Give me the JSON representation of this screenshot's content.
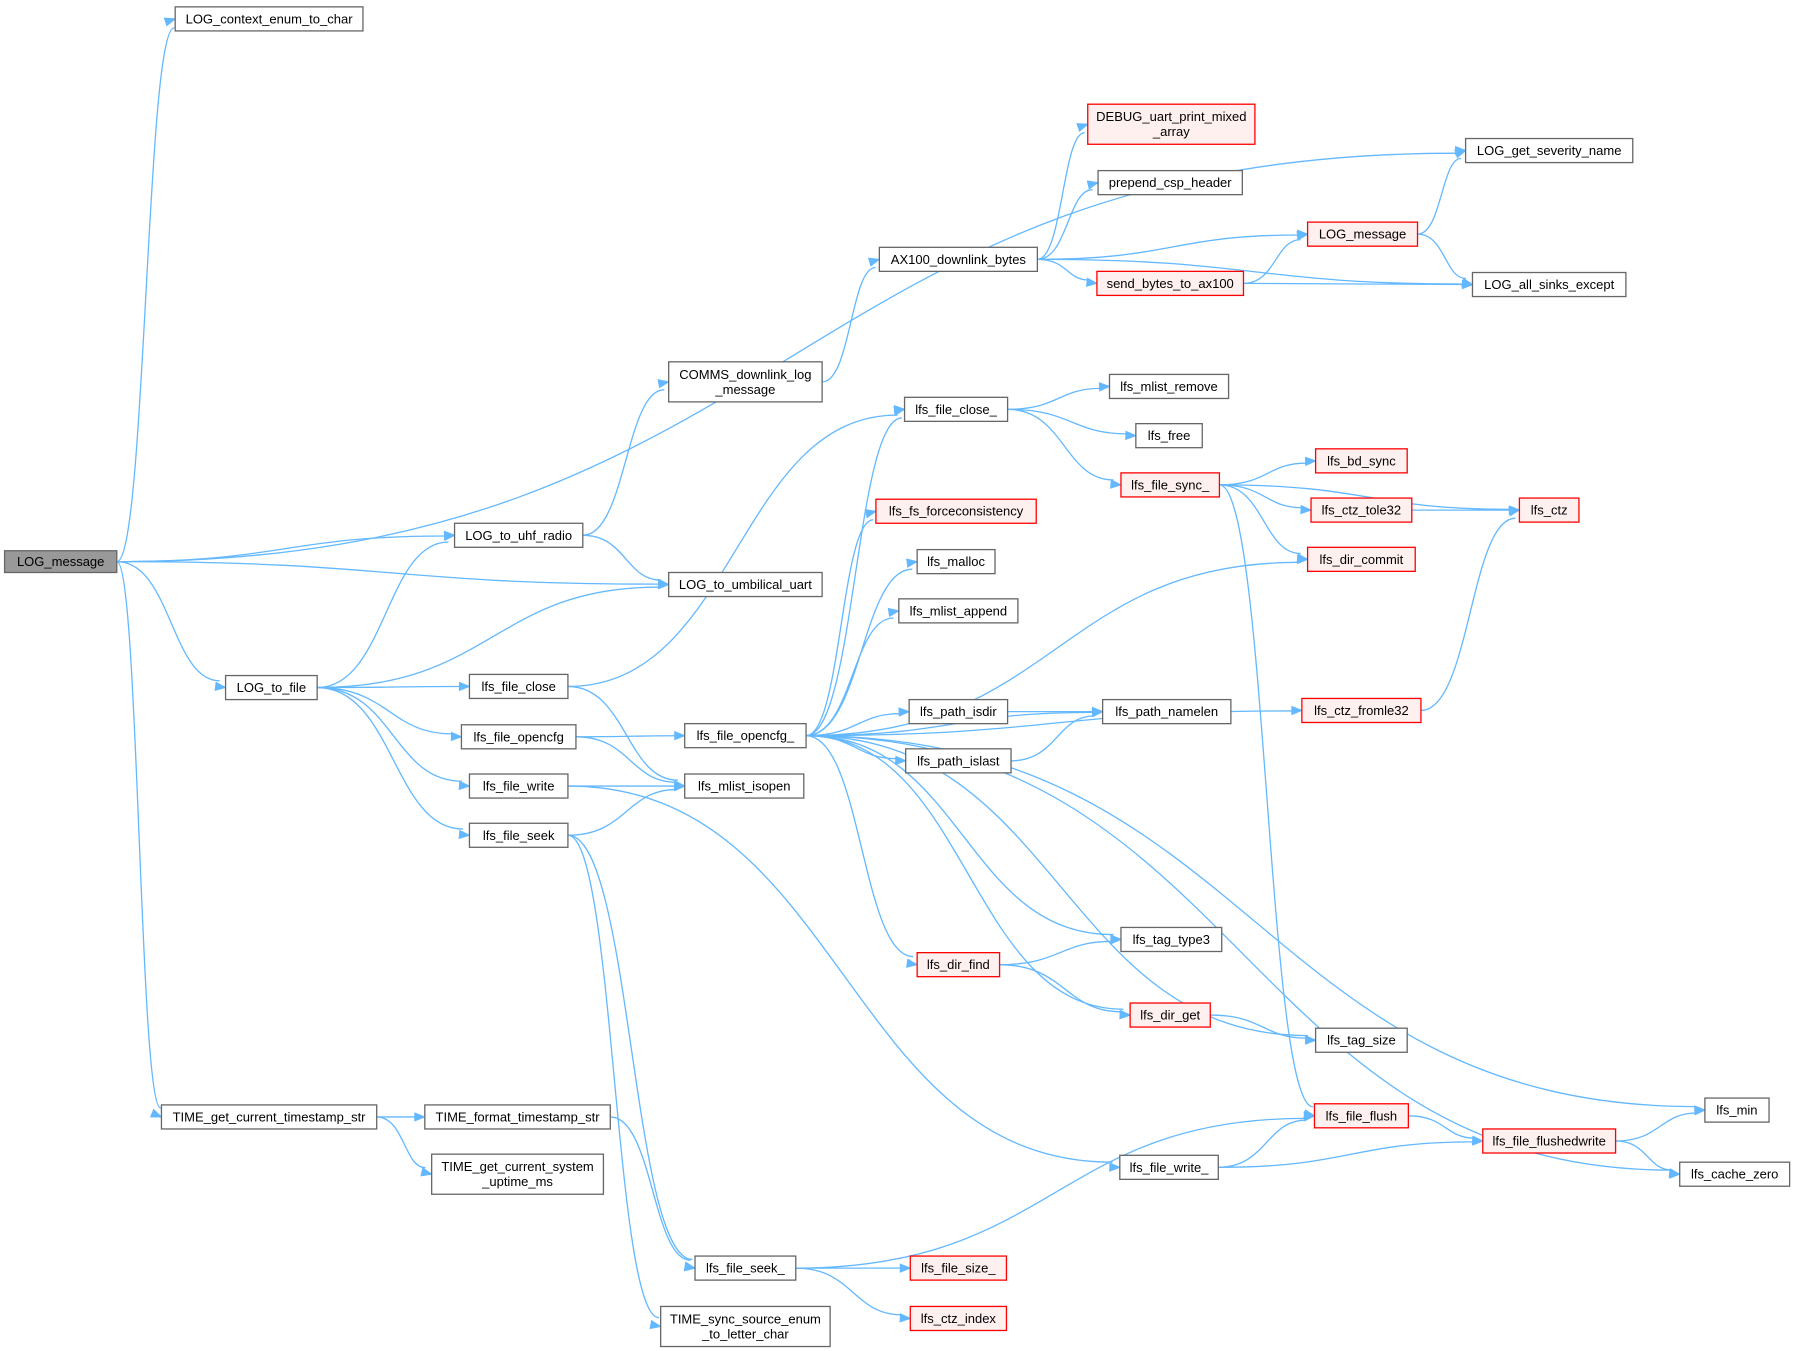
{
  "colors": {
    "edge": "#63b8ff",
    "node_border": "#666666",
    "red_node_border": "#ff0000",
    "red_node_fill": "#fff0f0",
    "root_fill": "#999999"
  },
  "nodes": {
    "LOG_message_root": {
      "lines": [
        "LOG_message"
      ],
      "style": "root"
    },
    "LOG_context_enum_to_char": {
      "lines": [
        "LOG_context_enum_to_char"
      ],
      "style": "normal"
    },
    "LOG_get_severity_name": {
      "lines": [
        "LOG_get_severity_name"
      ],
      "style": "normal"
    },
    "LOG_to_uhf_radio": {
      "lines": [
        "LOG_to_uhf_radio"
      ],
      "style": "normal"
    },
    "LOG_to_umbilical_uart": {
      "lines": [
        "LOG_to_umbilical_uart"
      ],
      "style": "normal"
    },
    "LOG_to_file": {
      "lines": [
        "LOG_to_file"
      ],
      "style": "normal"
    },
    "TIME_get_current_timestamp_str": {
      "lines": [
        "TIME_get_current_timestamp_str"
      ],
      "style": "normal"
    },
    "COMMS_downlink_log_message": {
      "lines": [
        "COMMS_downlink_log",
        "_message"
      ],
      "style": "normal"
    },
    "AX100_downlink_bytes": {
      "lines": [
        "AX100_downlink_bytes"
      ],
      "style": "normal"
    },
    "DEBUG_uart_print_mixed_array": {
      "lines": [
        "DEBUG_uart_print_mixed",
        "_array"
      ],
      "style": "red"
    },
    "prepend_csp_header": {
      "lines": [
        "prepend_csp_header"
      ],
      "style": "normal"
    },
    "LOG_message_red": {
      "lines": [
        "LOG_message"
      ],
      "style": "red"
    },
    "send_bytes_to_ax100": {
      "lines": [
        "send_bytes_to_ax100"
      ],
      "style": "red"
    },
    "LOG_all_sinks_except": {
      "lines": [
        "LOG_all_sinks_except"
      ],
      "style": "normal"
    },
    "lfs_file_close": {
      "lines": [
        "lfs_file_close"
      ],
      "style": "normal"
    },
    "lfs_file_opencfg": {
      "lines": [
        "lfs_file_opencfg"
      ],
      "style": "normal"
    },
    "lfs_file_write": {
      "lines": [
        "lfs_file_write"
      ],
      "style": "normal"
    },
    "lfs_file_seek": {
      "lines": [
        "lfs_file_seek"
      ],
      "style": "normal"
    },
    "lfs_file_close_": {
      "lines": [
        "lfs_file_close_"
      ],
      "style": "normal"
    },
    "lfs_file_opencfg_": {
      "lines": [
        "lfs_file_opencfg_"
      ],
      "style": "normal"
    },
    "lfs_mlist_isopen": {
      "lines": [
        "lfs_mlist_isopen"
      ],
      "style": "normal"
    },
    "lfs_mlist_remove": {
      "lines": [
        "lfs_mlist_remove"
      ],
      "style": "normal"
    },
    "lfs_free": {
      "lines": [
        "lfs_free"
      ],
      "style": "normal"
    },
    "lfs_file_sync_": {
      "lines": [
        "lfs_file_sync_"
      ],
      "style": "red"
    },
    "lfs_bd_sync": {
      "lines": [
        "lfs_bd_sync"
      ],
      "style": "red"
    },
    "lfs_ctz_tole32": {
      "lines": [
        "lfs_ctz_tole32"
      ],
      "style": "red"
    },
    "lfs_ctz": {
      "lines": [
        "lfs_ctz"
      ],
      "style": "red"
    },
    "lfs_dir_commit": {
      "lines": [
        "lfs_dir_commit"
      ],
      "style": "red"
    },
    "lfs_fs_forceconsistency": {
      "lines": [
        "lfs_fs_forceconsistency"
      ],
      "style": "red"
    },
    "lfs_malloc": {
      "lines": [
        "lfs_malloc"
      ],
      "style": "normal"
    },
    "lfs_mlist_append": {
      "lines": [
        "lfs_mlist_append"
      ],
      "style": "normal"
    },
    "lfs_path_isdir": {
      "lines": [
        "lfs_path_isdir"
      ],
      "style": "normal"
    },
    "lfs_path_islast": {
      "lines": [
        "lfs_path_islast"
      ],
      "style": "normal"
    },
    "lfs_path_namelen": {
      "lines": [
        "lfs_path_namelen"
      ],
      "style": "normal"
    },
    "lfs_ctz_fromle32": {
      "lines": [
        "lfs_ctz_fromle32"
      ],
      "style": "red"
    },
    "lfs_tag_type3": {
      "lines": [
        "lfs_tag_type3"
      ],
      "style": "normal"
    },
    "lfs_dir_find": {
      "lines": [
        "lfs_dir_find"
      ],
      "style": "red"
    },
    "lfs_dir_get": {
      "lines": [
        "lfs_dir_get"
      ],
      "style": "red"
    },
    "lfs_tag_size": {
      "lines": [
        "lfs_tag_size"
      ],
      "style": "normal"
    },
    "lfs_min": {
      "lines": [
        "lfs_min"
      ],
      "style": "normal"
    },
    "lfs_file_flush": {
      "lines": [
        "lfs_file_flush"
      ],
      "style": "red"
    },
    "lfs_file_flushedwrite": {
      "lines": [
        "lfs_file_flushedwrite"
      ],
      "style": "red"
    },
    "lfs_file_write_": {
      "lines": [
        "lfs_file_write_"
      ],
      "style": "normal"
    },
    "lfs_cache_zero": {
      "lines": [
        "lfs_cache_zero"
      ],
      "style": "normal"
    },
    "TIME_format_timestamp_str": {
      "lines": [
        "TIME_format_timestamp_str"
      ],
      "style": "normal"
    },
    "TIME_get_current_system_uptime_ms": {
      "lines": [
        "TIME_get_current_system",
        "_uptime_ms"
      ],
      "style": "normal"
    },
    "lfs_file_seek_": {
      "lines": [
        "lfs_file_seek_"
      ],
      "style": "normal"
    },
    "lfs_file_size_": {
      "lines": [
        "lfs_file_size_"
      ],
      "style": "red"
    },
    "lfs_ctz_index": {
      "lines": [
        "lfs_ctz_index"
      ],
      "style": "red"
    },
    "TIME_sync_source_enum_to_letter_char": {
      "lines": [
        "TIME_sync_source_enum",
        "_to_letter_char"
      ],
      "style": "normal"
    }
  },
  "edges": [
    [
      "LOG_message_root",
      "LOG_context_enum_to_char"
    ],
    [
      "LOG_message_root",
      "LOG_get_severity_name"
    ],
    [
      "LOG_message_root",
      "LOG_to_uhf_radio"
    ],
    [
      "LOG_message_root",
      "LOG_to_umbilical_uart"
    ],
    [
      "LOG_message_root",
      "LOG_to_file"
    ],
    [
      "LOG_message_root",
      "TIME_get_current_timestamp_str"
    ],
    [
      "LOG_to_uhf_radio",
      "COMMS_downlink_log_message"
    ],
    [
      "LOG_to_uhf_radio",
      "LOG_to_umbilical_uart"
    ],
    [
      "COMMS_downlink_log_message",
      "AX100_downlink_bytes"
    ],
    [
      "AX100_downlink_bytes",
      "DEBUG_uart_print_mixed_array"
    ],
    [
      "AX100_downlink_bytes",
      "prepend_csp_header"
    ],
    [
      "AX100_downlink_bytes",
      "LOG_message_red"
    ],
    [
      "AX100_downlink_bytes",
      "send_bytes_to_ax100"
    ],
    [
      "AX100_downlink_bytes",
      "LOG_all_sinks_except"
    ],
    [
      "LOG_message_red",
      "LOG_get_severity_name"
    ],
    [
      "LOG_message_red",
      "LOG_all_sinks_except"
    ],
    [
      "send_bytes_to_ax100",
      "LOG_message_red"
    ],
    [
      "send_bytes_to_ax100",
      "LOG_all_sinks_except"
    ],
    [
      "LOG_to_file",
      "LOG_to_uhf_radio"
    ],
    [
      "LOG_to_file",
      "LOG_to_umbilical_uart"
    ],
    [
      "LOG_to_file",
      "lfs_file_close"
    ],
    [
      "LOG_to_file",
      "lfs_file_opencfg"
    ],
    [
      "LOG_to_file",
      "lfs_file_write"
    ],
    [
      "LOG_to_file",
      "lfs_file_seek"
    ],
    [
      "lfs_file_close",
      "lfs_file_close_"
    ],
    [
      "lfs_file_close",
      "lfs_mlist_isopen"
    ],
    [
      "lfs_file_opencfg",
      "lfs_file_opencfg_"
    ],
    [
      "lfs_file_opencfg",
      "lfs_mlist_isopen"
    ],
    [
      "lfs_file_write",
      "lfs_mlist_isopen"
    ],
    [
      "lfs_file_write",
      "lfs_file_write_"
    ],
    [
      "lfs_file_seek",
      "lfs_mlist_isopen"
    ],
    [
      "lfs_file_seek",
      "lfs_file_seek_"
    ],
    [
      "lfs_file_close_",
      "lfs_mlist_remove"
    ],
    [
      "lfs_file_close_",
      "lfs_free"
    ],
    [
      "lfs_file_close_",
      "lfs_file_sync_"
    ],
    [
      "lfs_file_sync_",
      "lfs_bd_sync"
    ],
    [
      "lfs_file_sync_",
      "lfs_ctz_tole32"
    ],
    [
      "lfs_file_sync_",
      "lfs_ctz"
    ],
    [
      "lfs_file_sync_",
      "lfs_dir_commit"
    ],
    [
      "lfs_file_sync_",
      "lfs_file_flush"
    ],
    [
      "lfs_ctz_tole32",
      "lfs_ctz"
    ],
    [
      "lfs_ctz_fromle32",
      "lfs_ctz"
    ],
    [
      "lfs_file_opencfg_",
      "lfs_file_close_"
    ],
    [
      "lfs_file_opencfg_",
      "lfs_dir_commit"
    ],
    [
      "lfs_file_opencfg_",
      "lfs_fs_forceconsistency"
    ],
    [
      "lfs_file_opencfg_",
      "lfs_malloc"
    ],
    [
      "lfs_file_opencfg_",
      "lfs_mlist_append"
    ],
    [
      "lfs_file_opencfg_",
      "lfs_path_namelen"
    ],
    [
      "lfs_file_opencfg_",
      "lfs_path_isdir"
    ],
    [
      "lfs_file_opencfg_",
      "lfs_path_islast"
    ],
    [
      "lfs_file_opencfg_",
      "lfs_ctz_fromle32"
    ],
    [
      "lfs_file_opencfg_",
      "lfs_min"
    ],
    [
      "lfs_file_opencfg_",
      "lfs_tag_type3"
    ],
    [
      "lfs_file_opencfg_",
      "lfs_dir_find"
    ],
    [
      "lfs_file_opencfg_",
      "lfs_dir_get"
    ],
    [
      "lfs_file_opencfg_",
      "lfs_tag_size"
    ],
    [
      "lfs_file_opencfg_",
      "lfs_cache_zero"
    ],
    [
      "lfs_path_isdir",
      "lfs_path_namelen"
    ],
    [
      "lfs_path_islast",
      "lfs_path_namelen"
    ],
    [
      "lfs_dir_find",
      "lfs_tag_type3"
    ],
    [
      "lfs_dir_find",
      "lfs_dir_get"
    ],
    [
      "lfs_dir_get",
      "lfs_tag_size"
    ],
    [
      "lfs_file_flush",
      "lfs_file_flushedwrite"
    ],
    [
      "lfs_file_flushedwrite",
      "lfs_min"
    ],
    [
      "lfs_file_flushedwrite",
      "lfs_cache_zero"
    ],
    [
      "lfs_file_write_",
      "lfs_file_flush"
    ],
    [
      "lfs_file_write_",
      "lfs_file_flushedwrite"
    ],
    [
      "lfs_file_seek_",
      "lfs_file_flush"
    ],
    [
      "lfs_file_seek_",
      "lfs_file_size_"
    ],
    [
      "lfs_file_seek_",
      "lfs_ctz_index"
    ],
    [
      "TIME_get_current_timestamp_str",
      "TIME_format_timestamp_str"
    ],
    [
      "TIME_get_current_timestamp_str",
      "TIME_get_current_system_uptime_ms"
    ],
    [
      "TIME_format_timestamp_str",
      "lfs_file_seek_"
    ],
    [
      "lfs_file_seek",
      "TIME_sync_source_enum_to_letter_char"
    ]
  ]
}
